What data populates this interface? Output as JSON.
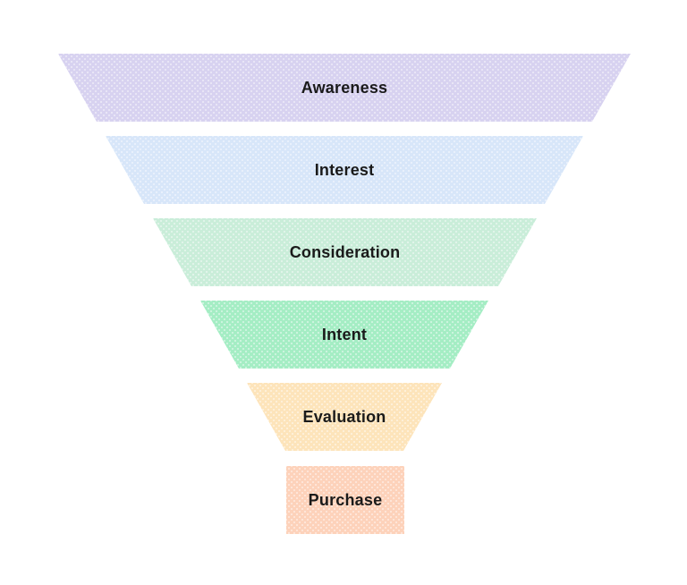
{
  "page": {
    "background": "#ffffff"
  },
  "funnel": {
    "type": "funnel",
    "text_color": "#1a1a1a",
    "stages": [
      {
        "label": "Awareness",
        "fill": "#d7d2f0"
      },
      {
        "label": "Interest",
        "fill": "#d7e6f9"
      },
      {
        "label": "Consideration",
        "fill": "#c9edd9"
      },
      {
        "label": "Intent",
        "fill": "#a4edc4"
      },
      {
        "label": "Evaluation",
        "fill": "#fde4ba"
      },
      {
        "label": "Purchase",
        "fill": "#fdd2ba"
      }
    ]
  }
}
